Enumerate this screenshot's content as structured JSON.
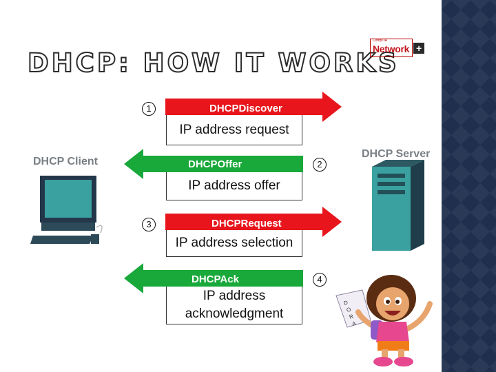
{
  "title": "DHCP: HOW IT WORKS",
  "logo": {
    "top": "CompTIA",
    "name": "Network",
    "plus": "+"
  },
  "labels": {
    "client": "DHCP Client",
    "server": "DHCP Server"
  },
  "messages": [
    {
      "step": "1",
      "name": "DHCPDiscover",
      "description": "IP address request",
      "direction": "client-to-server",
      "color": "#e8161c"
    },
    {
      "step": "2",
      "name": "DHCPOffer",
      "description": "IP address offer",
      "direction": "server-to-client",
      "color": "#19a83a"
    },
    {
      "step": "3",
      "name": "DHCPRequest",
      "description": "IP address selection",
      "direction": "client-to-server",
      "color": "#e8161c"
    },
    {
      "step": "4",
      "name": "DHCPAck",
      "description": "IP address\nacknowledgment",
      "direction": "server-to-client",
      "color": "#19a83a"
    }
  ],
  "illustration": {
    "sign_text": "DORA"
  }
}
